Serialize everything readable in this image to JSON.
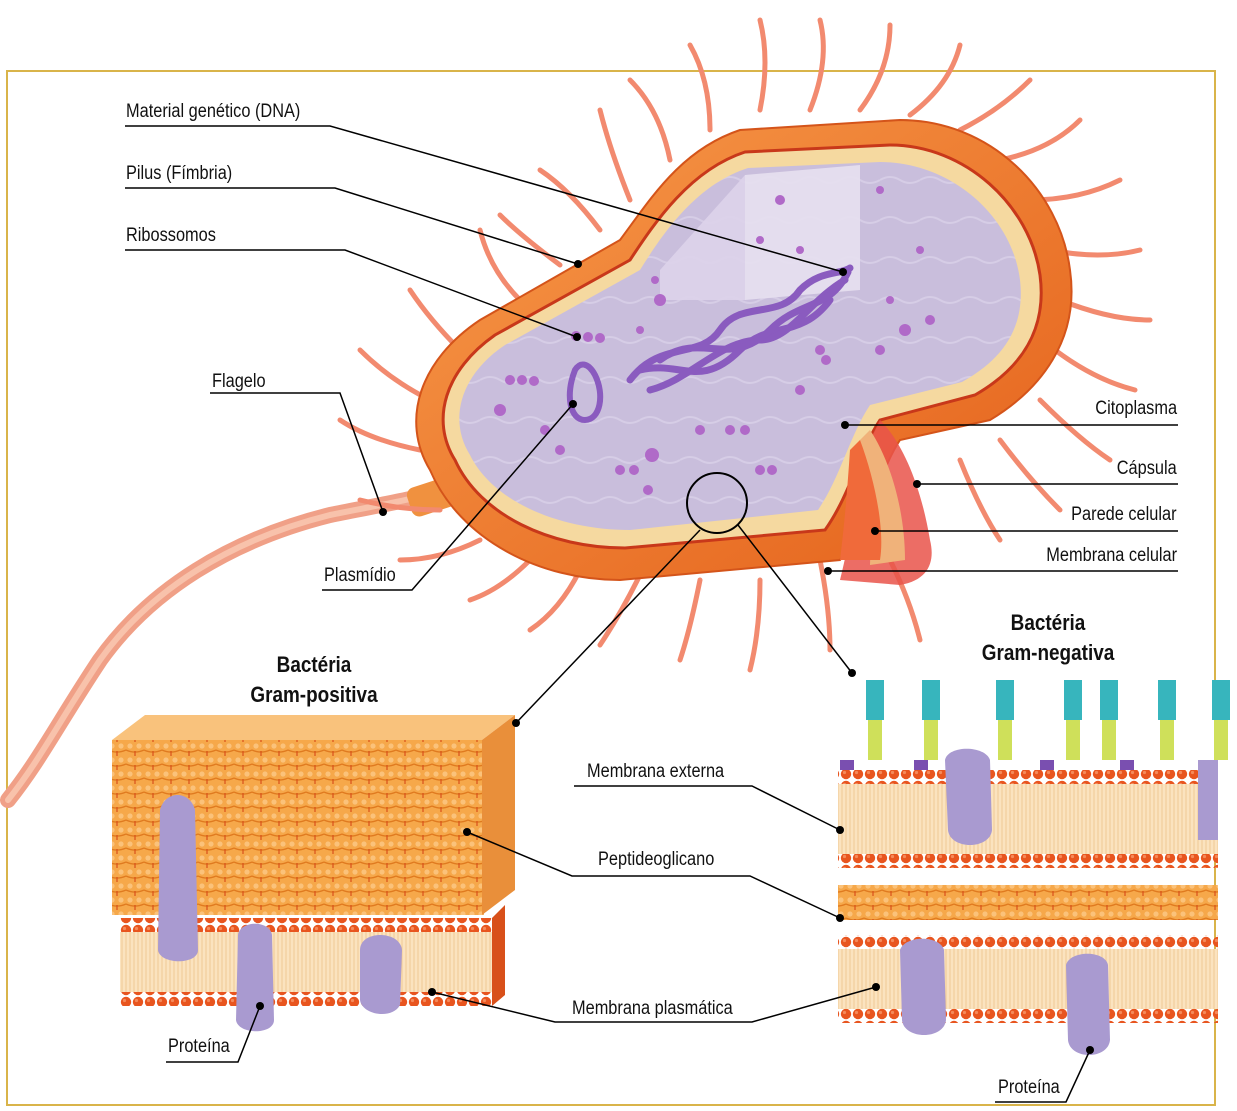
{
  "labels": {
    "dna": "Material genético (DNA)",
    "pilus": "Pilus (Fímbria)",
    "ribosomes": "Ribossomos",
    "flagellum": "Flagelo",
    "plasmid": "Plasmídio",
    "cytoplasm": "Citoplasma",
    "capsule": "Cápsula",
    "cell_wall": "Parede celular",
    "cell_membrane": "Membrana celular",
    "outer_membrane": "Membrana externa",
    "peptidoglycan": "Peptideoglicano",
    "plasma_membrane": "Membrana plasmática",
    "protein_left": "Proteína",
    "protein_right": "Proteína"
  },
  "headings": {
    "gram_positive_line1": "Bactéria",
    "gram_positive_line2": "Gram-positiva",
    "gram_negative_line1": "Bactéria",
    "gram_negative_line2": "Gram-negativa"
  },
  "colors": {
    "frame": "#d9b44a",
    "capsule": "#f07a28",
    "cytoplasm": "#c9bedc",
    "dna": "#8a5bbf",
    "ribosome": "#b06ac8",
    "flagellum": "#f4a98a",
    "peptidoglycan": "#f6a84a",
    "lipid_head": "#e8551f",
    "protein": "#a99ad0",
    "oligosaccharide_teal": "#37b5bd",
    "oligosaccharide_yellow": "#cfe05a"
  }
}
